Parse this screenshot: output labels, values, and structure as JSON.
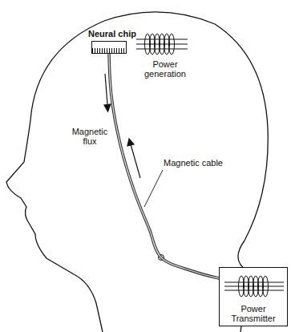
{
  "diagram": {
    "nodes": [
      {
        "text": [
          "Neural chip"
        ]
      },
      {
        "text": [
          "Power Transmitter"
        ]
      }
    ],
    "edges": [
      {
        "from": 0,
        "to": 1,
        "arrow": "none"
      }
    ],
    "labels": [
      "Power generation",
      "Magnetic flux",
      "Magnetic cable"
    ]
  }
}
